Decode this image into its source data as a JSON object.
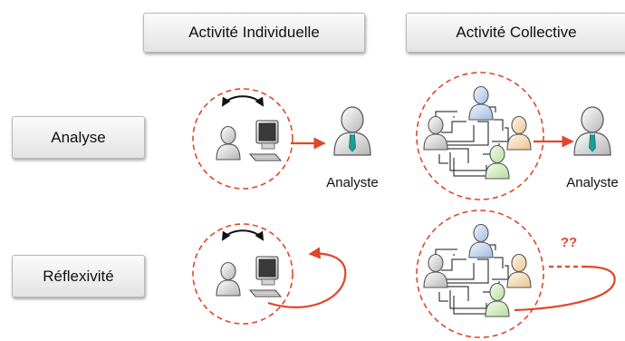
{
  "columns": {
    "individual": "Activité Individuelle",
    "collective": "Activité Collective"
  },
  "rows": {
    "analyse": "Analyse",
    "reflexivite": "Réflexivité"
  },
  "labels": {
    "analyst_1": "Analyste",
    "analyst_2": "Analyste",
    "question": "??"
  },
  "colors": {
    "accent": "#e0472a",
    "person_grey": "#d9d9d9",
    "person_blue": "#c6d8ef",
    "person_orange": "#f6dfc0",
    "person_green": "#d8efc9",
    "tie": "#1a9e9a"
  }
}
